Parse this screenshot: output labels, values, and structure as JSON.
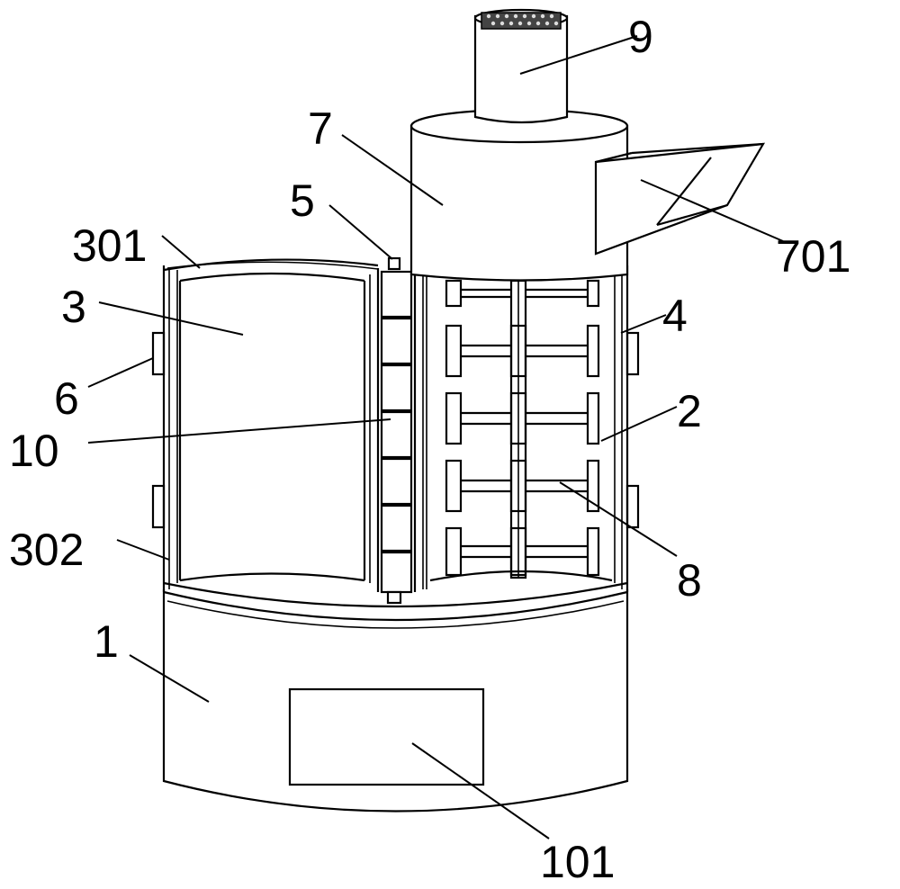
{
  "labels": {
    "l9": "9",
    "l7": "7",
    "l5": "5",
    "l301": "301",
    "l3": "3",
    "l701": "701",
    "l4": "4",
    "l6": "6",
    "l10": "10",
    "l2": "2",
    "l302": "302",
    "l8": "8",
    "l1": "1",
    "l101": "101"
  },
  "colors": {
    "line": "#000000",
    "background": "#ffffff"
  }
}
